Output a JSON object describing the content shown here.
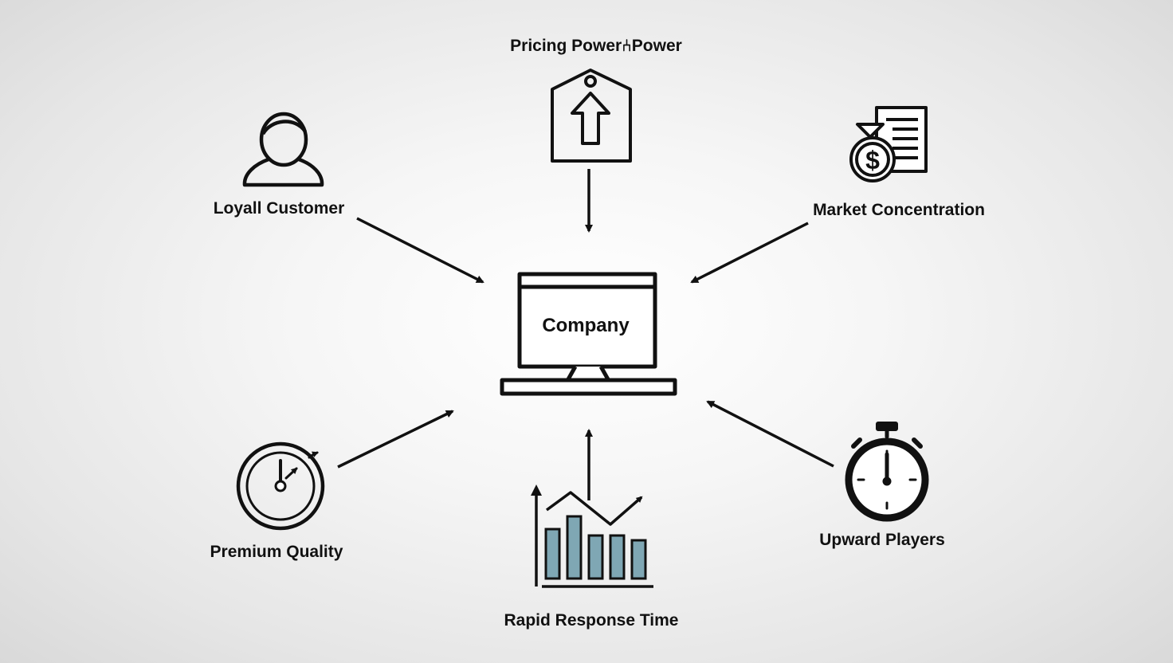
{
  "diagram": {
    "center": {
      "label": "Company"
    },
    "nodes": [
      {
        "id": "pricing",
        "label": "Pricing Power⑃Power",
        "icon": "price-tag-up-icon"
      },
      {
        "id": "loyal",
        "label": "Loyall Customer",
        "icon": "user-icon"
      },
      {
        "id": "market",
        "label": "Market Concentration",
        "icon": "money-bag-document-icon"
      },
      {
        "id": "premium",
        "label": "Premium Quality",
        "icon": "clock-gauge-icon"
      },
      {
        "id": "rapid",
        "label": "Rapid Response Time",
        "icon": "bar-chart-trend-icon"
      },
      {
        "id": "upward",
        "label": "Upward Players",
        "icon": "stopwatch-icon"
      }
    ],
    "colors": {
      "stroke": "#111111",
      "bar_fill": "#7fa7b4",
      "background": "#f2f2f2"
    }
  }
}
